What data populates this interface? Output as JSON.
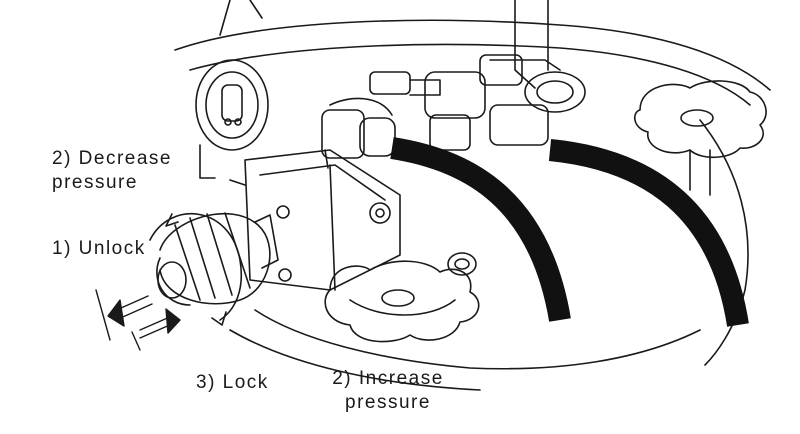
{
  "labels": {
    "decrease_line1": "2) Decrease",
    "decrease_line2": "pressure",
    "unlock": "1) Unlock",
    "lock": "3) Lock",
    "increase_line1": "2) Increase",
    "increase_line2": "pressure"
  },
  "colors": {
    "ink": "#1a1a1a",
    "hose": "#111111",
    "background": "#ffffff"
  }
}
